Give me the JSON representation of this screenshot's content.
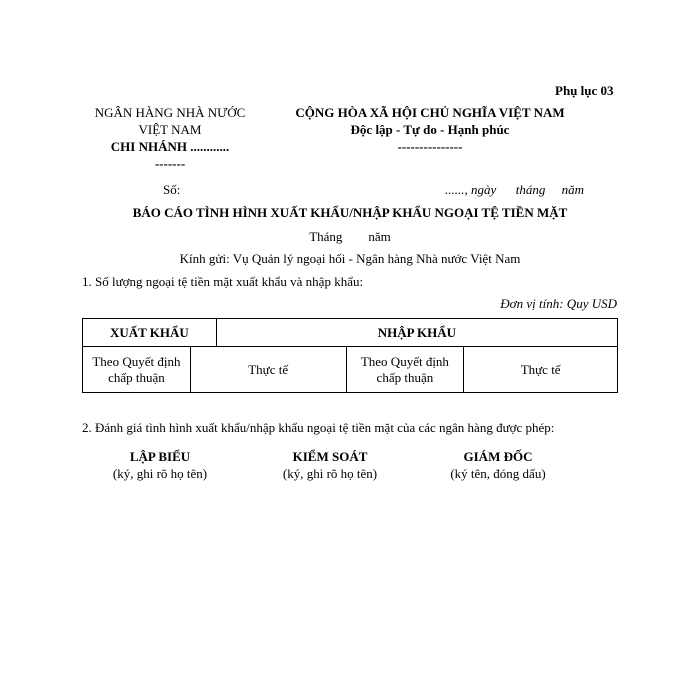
{
  "appendix": "Phụ lục 03",
  "left_header": {
    "line1": "NGÂN HÀNG NHÀ NƯỚC",
    "line2": "VIỆT NAM",
    "line3": "CHI NHÁNH ............",
    "line4": "-------"
  },
  "right_header": {
    "line1": "CỘNG HÒA XÃ HỘI CHỦ NGHĨA VIỆT NAM",
    "line2": "Độc lập - Tự do - Hạnh phúc",
    "line3": "---------------"
  },
  "number_label": "Số:",
  "date_line": {
    "dots": "......,",
    "day": "ngày",
    "month": "tháng",
    "year": "năm"
  },
  "report_title": "BÁO CÁO TÌNH HÌNH XUẤT KHẨU/NHẬP KHẨU NGOẠI TỆ TIỀN MẶT",
  "month_line": {
    "month": "Tháng",
    "year": "năm"
  },
  "recipient": "Kính gửi: Vụ Quản lý ngoại hối - Ngân hàng Nhà nước Việt Nam",
  "section_1": "1. Số lượng ngoại tệ tiền mặt xuất khẩu và nhập khẩu:",
  "unit_line": "Đơn vị tính: Quy USD",
  "table": {
    "export_header": "XUẤT KHẨU",
    "import_header": "NHẬP KHẨU",
    "export_approved_line1": "Theo Quyết định",
    "export_approved_line2": "chấp thuận",
    "export_actual": "Thực tế",
    "import_approved_line1": "Theo Quyết định",
    "import_approved_line2": "chấp thuận",
    "import_actual": "Thực tế"
  },
  "section_2": "2. Đánh giá tình hình xuất khẩu/nhập khẩu ngoại tệ tiền mặt của các ngân hàng được phép:",
  "signatures": [
    {
      "title": "LẬP BIỂU",
      "note": "(ký, ghi rõ họ tên)"
    },
    {
      "title": "KIỂM SOÁT",
      "note": "(ký, ghi rõ họ tên)"
    },
    {
      "title": "GIÁM ĐỐC",
      "note": "(ký tên, đóng dấu)"
    }
  ]
}
